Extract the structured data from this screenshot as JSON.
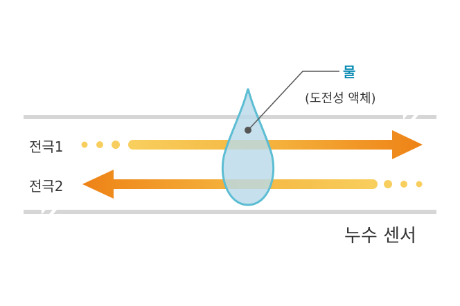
{
  "labels": {
    "water_title": "물",
    "water_subtitle": "(도전성 액체)",
    "electrode1": "전극1",
    "electrode2": "전극2",
    "sensor_name": "누수 센서"
  },
  "colors": {
    "accent": "#0b8cb4",
    "rail": "#d6d6d6",
    "electrode_start": "#f8cf5e",
    "electrode_end": "#ee8216",
    "drop_fill": "#b9dbe9",
    "drop_stroke": "#5cbdd3",
    "leader": "#555555",
    "text": "#333333"
  },
  "icons": {
    "arrow_right": "arrow-right-icon",
    "arrow_left": "arrow-left-icon",
    "drop": "water-drop-icon"
  }
}
